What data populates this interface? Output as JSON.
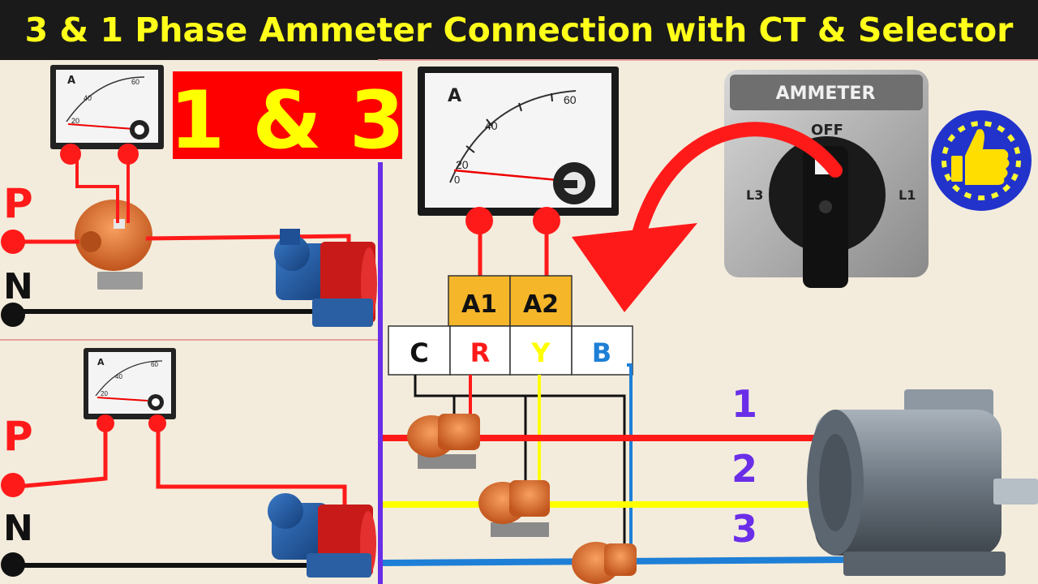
{
  "title": "3 & 1 Phase Ammeter Connection with CT & Selector",
  "badge": "1 & 3",
  "left_top": {
    "phase_label": "P",
    "neutral_label": "N",
    "meter": {
      "unit": "A",
      "t40": "40",
      "t60": "60",
      "t20": "20"
    }
  },
  "left_bottom": {
    "phase_label": "P",
    "neutral_label": "N",
    "meter": {
      "unit": "A",
      "t40": "40",
      "t60": "60",
      "t20": "20"
    }
  },
  "big_meter": {
    "unit": "A",
    "t40": "40",
    "t60": "60",
    "t20": "20",
    "t0": "0"
  },
  "selector": {
    "title": "AMMETER",
    "off": "OFF",
    "left": "L3",
    "right": "L1"
  },
  "terminals_top": [
    "A1",
    "A2"
  ],
  "terminals_bottom": [
    "C",
    "R",
    "Y",
    "B"
  ],
  "phase_numbers": [
    "1",
    "2",
    "3"
  ],
  "colors": {
    "red": "#ff1a1a",
    "yellow": "#ffff00",
    "blue": "#1e7fd6",
    "black": "#111111",
    "purple": "#6a2ee8",
    "badge_bg": "#ff0000",
    "badge_text": "#ffff00",
    "terminal_orange": "#f5b62a"
  }
}
